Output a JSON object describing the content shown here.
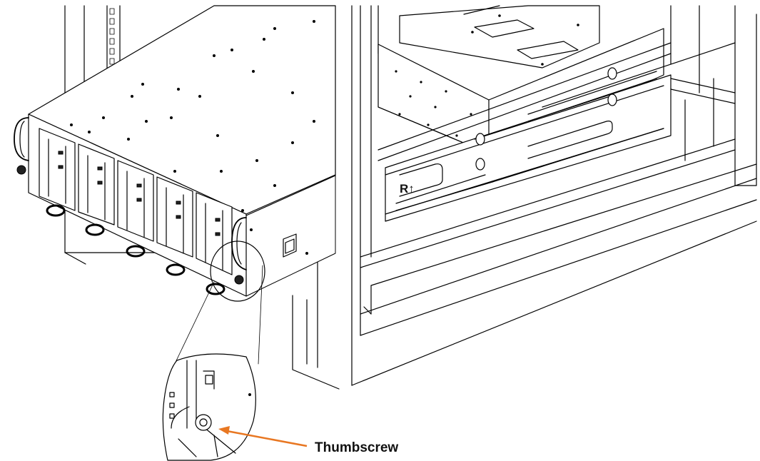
{
  "callout": {
    "label": "Thumbscrew",
    "color": "#e87722"
  },
  "rail": {
    "marking": "R↑"
  },
  "icons": [
    "server-chassis-illustration",
    "rack-frame-illustration",
    "thumbscrew-detail-magnifier"
  ]
}
